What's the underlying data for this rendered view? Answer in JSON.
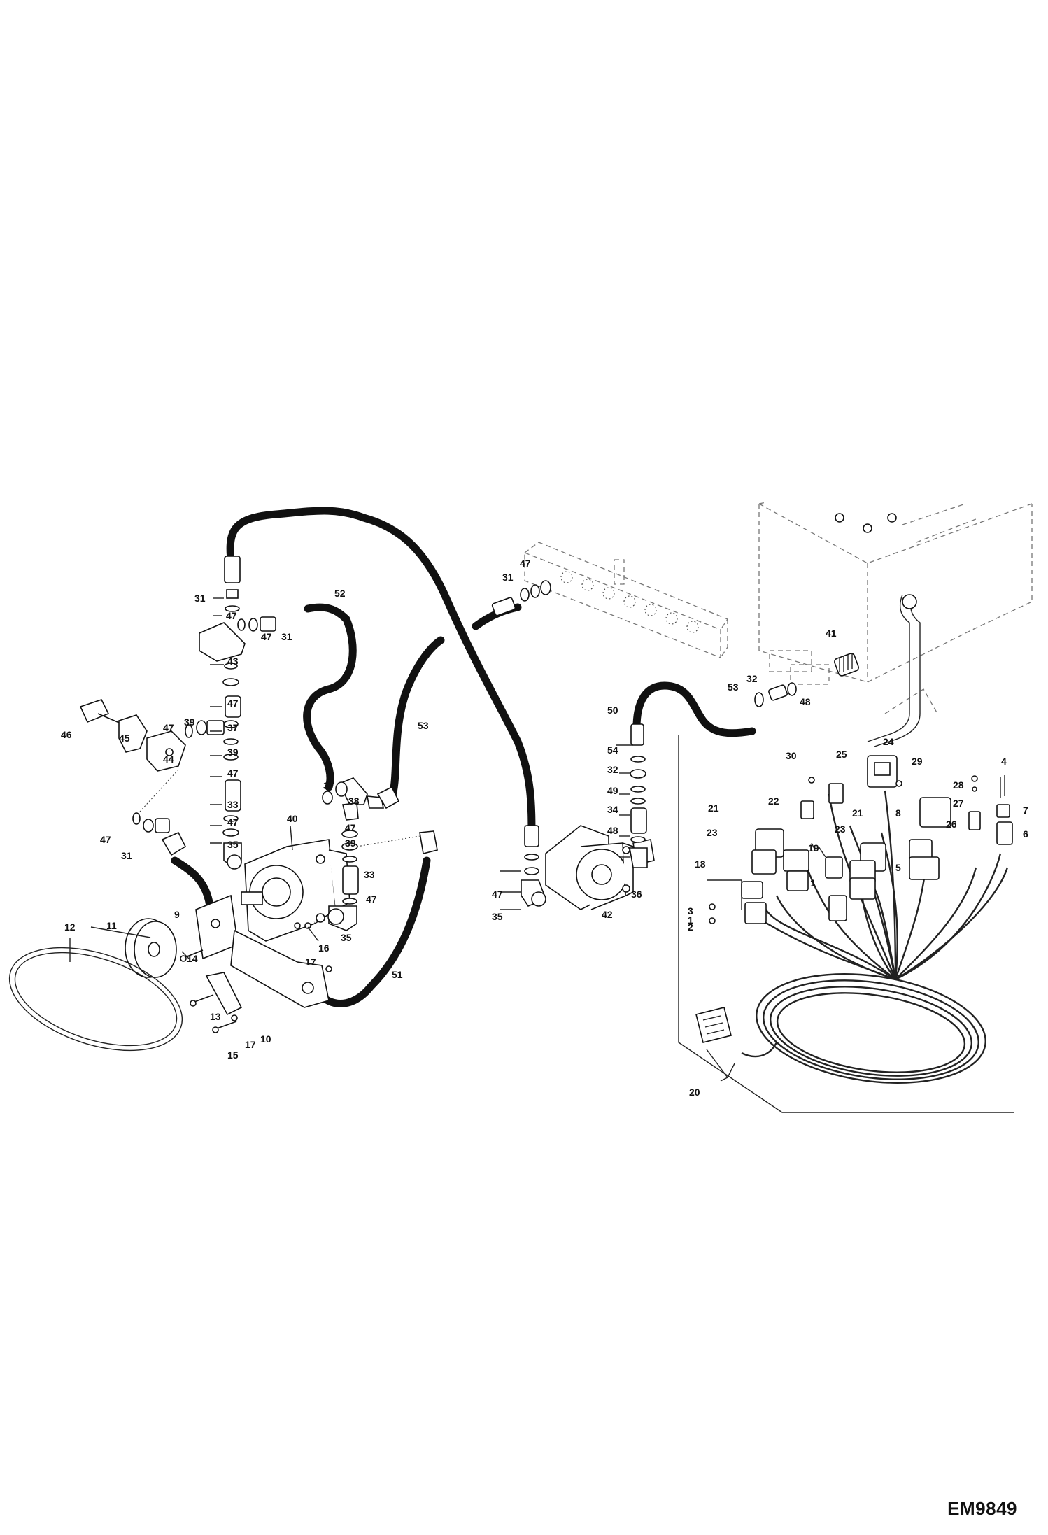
{
  "drawing_code": "EM9849",
  "callouts": [
    "1",
    "1",
    "2",
    "3",
    "4",
    "5",
    "6",
    "7",
    "8",
    "9",
    "10",
    "11",
    "12",
    "13",
    "14",
    "15",
    "16",
    "17",
    "17",
    "18",
    "19",
    "20",
    "21",
    "21",
    "22",
    "23",
    "23",
    "24",
    "25",
    "26",
    "27",
    "28",
    "29",
    "30",
    "31",
    "31",
    "31",
    "31",
    "32",
    "32",
    "33",
    "33",
    "34",
    "35",
    "35",
    "35",
    "36",
    "37",
    "37",
    "38",
    "39",
    "39",
    "39",
    "40",
    "41",
    "42",
    "43",
    "44",
    "45",
    "46",
    "47",
    "47",
    "47",
    "47",
    "47",
    "47",
    "47",
    "47",
    "47",
    "47",
    "47",
    "48",
    "48",
    "49",
    "50",
    "51",
    "52",
    "53",
    "53",
    "54"
  ]
}
